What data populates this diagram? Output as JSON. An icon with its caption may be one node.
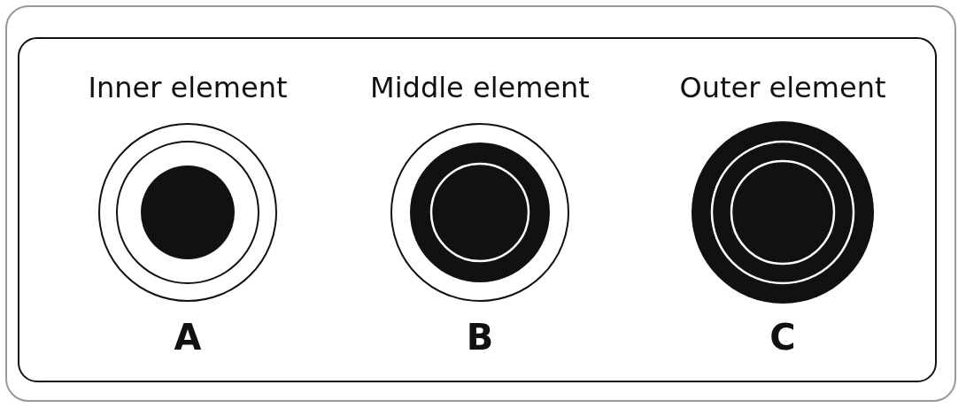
{
  "diagram": {
    "labels": [
      "Inner element",
      "Middle element",
      "Outer element",
      "A",
      "B",
      "C"
    ]
  }
}
